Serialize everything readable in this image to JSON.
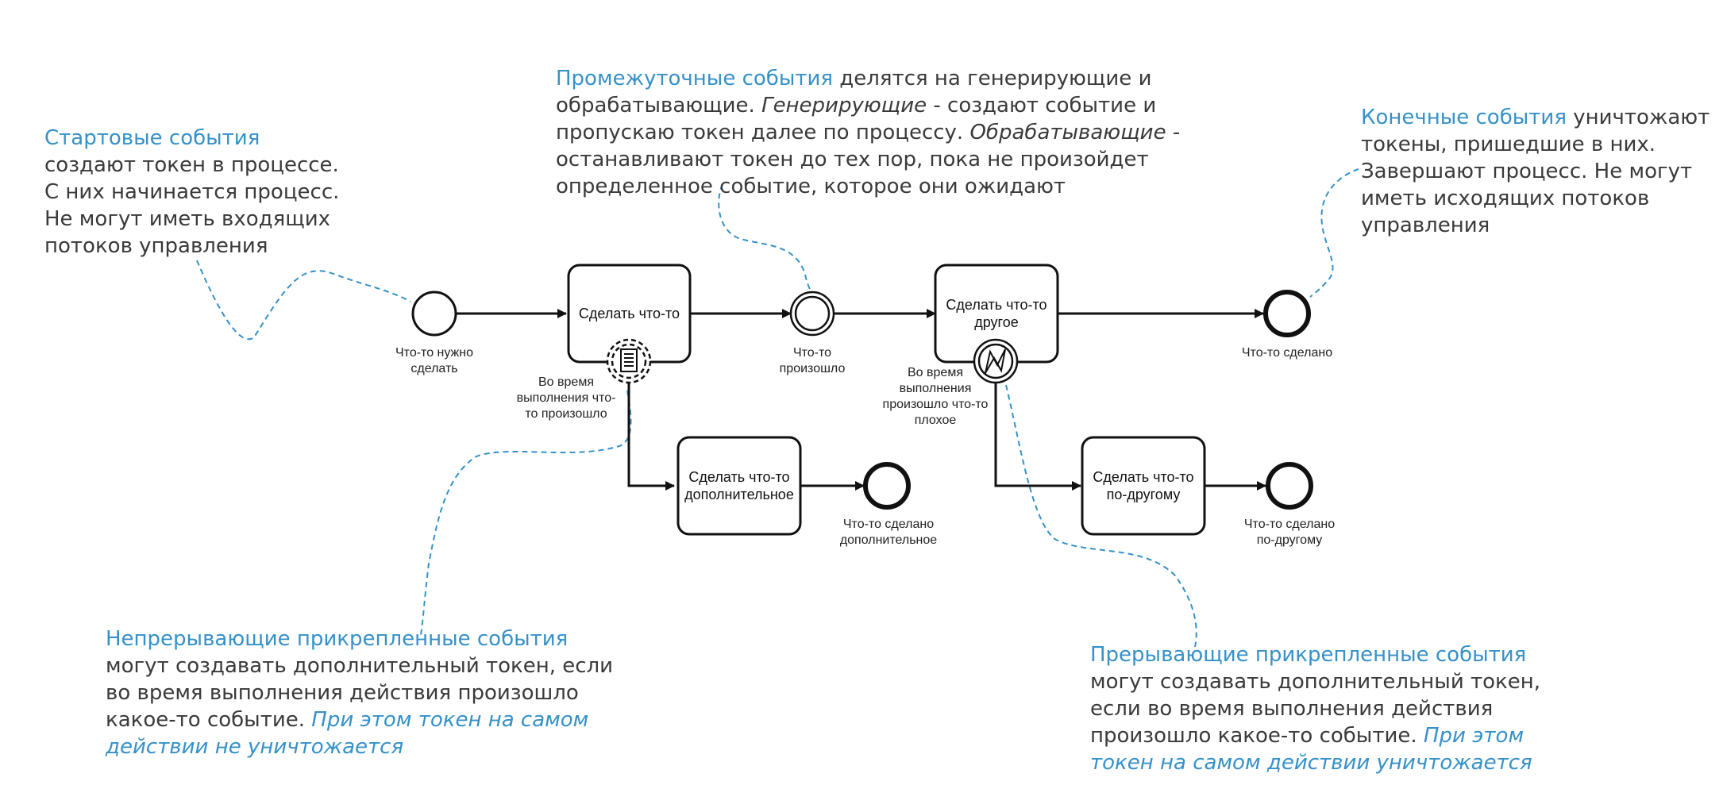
{
  "notes": {
    "start": {
      "title": "Стартовые события",
      "l1": "создают токен в процессе.",
      "l2": "С них начинается процесс.",
      "l3": "Не могут иметь входящих",
      "l4": "потоков управления"
    },
    "intermediate": {
      "title": "Промежуточные события",
      "t1": " делятся на генерирующие и",
      "l2": "обрабатывающие. ",
      "l2em": "Генерирующие",
      "l2b": " - создают событие и",
      "l3": "пропускаю токен далее по процессу. ",
      "l3em": "Обрабатывающие",
      "l3b": " -",
      "l4": "останавливают токен до тех пор, пока не произойдет",
      "l5": "определенное событие, которое они ожидают"
    },
    "end": {
      "title": "Конечные события",
      "t1": " уничтожают",
      "l2": "токены, пришедшие в них.",
      "l3": "Завершают процесс. Не могут",
      "l4": "иметь исходящих потоков",
      "l5": "управления"
    },
    "noninterrupting": {
      "title": "Непрерывающие прикрепленные события",
      "l2": "могут создавать дополнительный токен, если",
      "l3": "во время выполнения действия произошло",
      "l4": "какое-то событие. ",
      "l4em": "При этом токен на самом",
      "l5em": "действии не уничтожается"
    },
    "interrupting": {
      "title": "Прерывающие прикрепленные события",
      "l2": "могут создавать дополнительный токен,",
      "l3": "если во время выполнения действия",
      "l4": "произошло какое-то событие. ",
      "l4em": "При этом",
      "l5em": "токен на самом действии уничтожается"
    }
  },
  "tasks": {
    "t1": "Сделать что-то",
    "t2": "Сделать что-то другое",
    "t3": "Сделать что-то дополнительное",
    "t4": "Сделать что-то по-другому"
  },
  "events": {
    "start": "Что-то нужно сделать",
    "intermediate": "Что-то произошло",
    "end1": "Что-то сделано",
    "attached1": "Во время выполнения что-то произошло",
    "attached2": "Во время выполнения произошло что-то плохое",
    "end2": "Что-то сделано дополнительное",
    "end3": "Что-то сделано по-другому"
  },
  "colors": {
    "accent": "#3691c8",
    "stroke": "#111111",
    "text": "#3a3a3a"
  }
}
